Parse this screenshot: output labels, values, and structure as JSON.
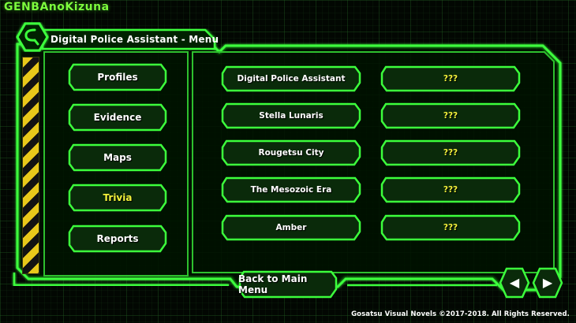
{
  "logo": "GENBAnoKizuna",
  "window": {
    "title": "Digital Police Assistant - Menu"
  },
  "categories": [
    {
      "label": "Profiles",
      "selected": false
    },
    {
      "label": "Evidence",
      "selected": false
    },
    {
      "label": "Maps",
      "selected": false
    },
    {
      "label": "Trivia",
      "selected": true
    },
    {
      "label": "Reports",
      "selected": false
    }
  ],
  "entries_left": [
    {
      "label": "Digital Police Assistant"
    },
    {
      "label": "Stella Lunaris"
    },
    {
      "label": "Rougetsu City"
    },
    {
      "label": "The Mesozoic Era"
    },
    {
      "label": "Amber"
    }
  ],
  "entries_right": [
    {
      "label": "???"
    },
    {
      "label": "???"
    },
    {
      "label": "???"
    },
    {
      "label": "???"
    },
    {
      "label": "???"
    }
  ],
  "footer": {
    "back_label": "Back to Main Menu",
    "prev_icon": "◀",
    "next_icon": "▶",
    "copyright": "Gosatsu Visual Novels ©2017-2018. All Rights Reserved."
  },
  "colors": {
    "accent": "#3cff3c",
    "selected_text": "#f2f23a",
    "hazard_yellow": "#e8c81a"
  }
}
